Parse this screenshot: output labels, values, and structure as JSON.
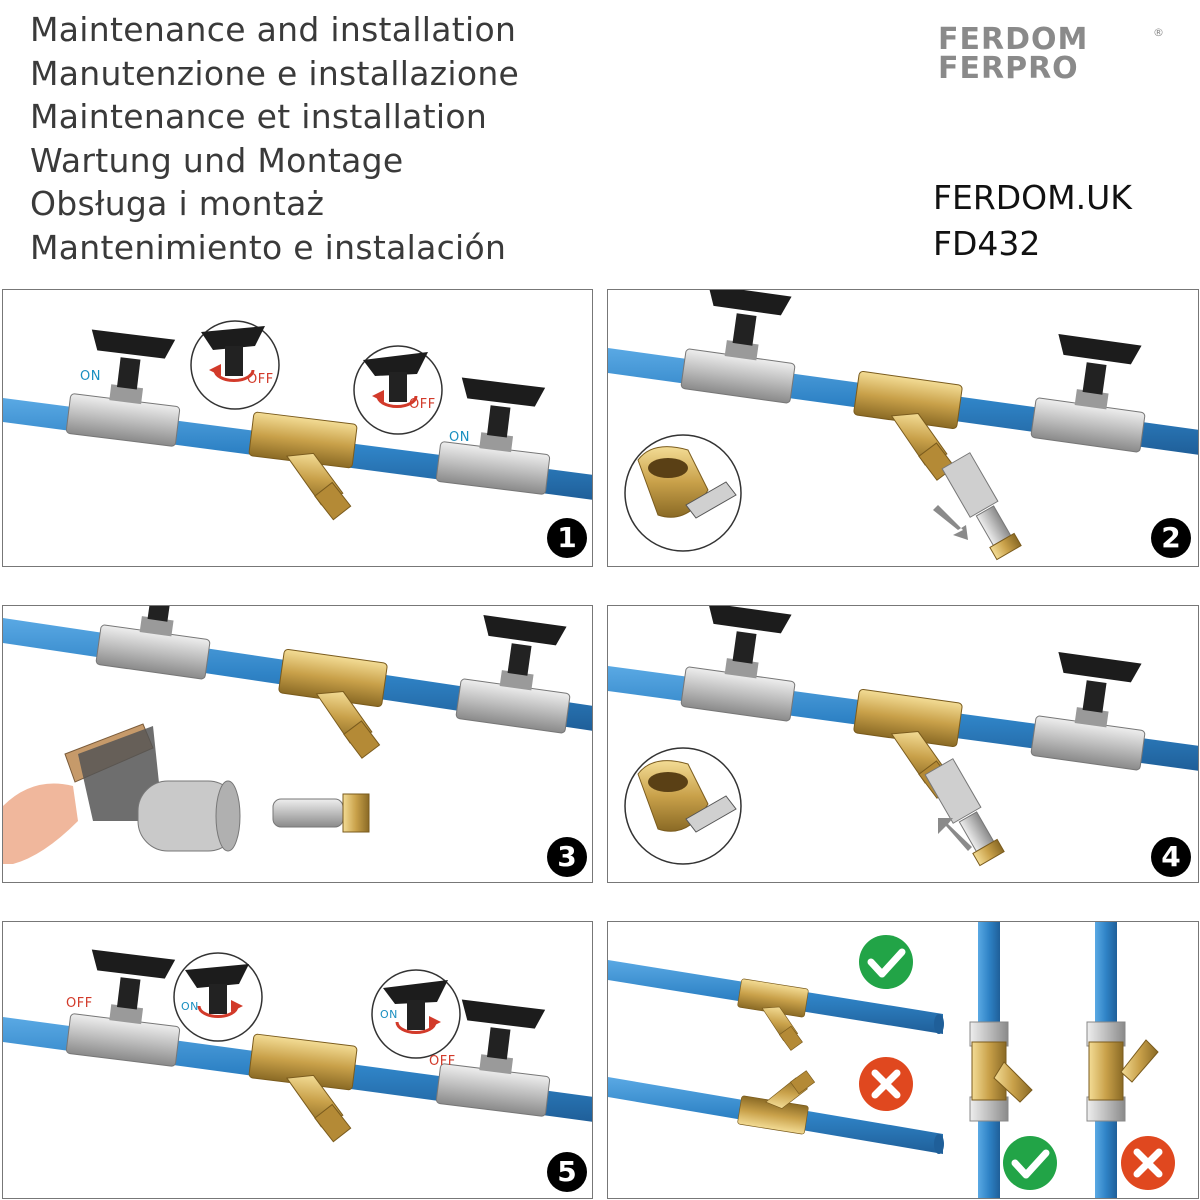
{
  "titles": [
    "Maintenance and installation",
    "Manutenzione e installazione",
    "Maintenance et installation",
    "Wartung und Montage",
    "Obsługa i montaż",
    "Mantenimiento e instalación"
  ],
  "brand": {
    "line1": "FERDOM",
    "line2": "FERPRO",
    "registered": "®"
  },
  "site": {
    "url": "FERDOM.UK",
    "model": "FD432"
  },
  "labels": {
    "on": "ON",
    "off": "OFF"
  },
  "steps": [
    "1",
    "2",
    "3",
    "4",
    "5"
  ],
  "colors": {
    "pipe": "#3b8fd0",
    "brass": "#c9a14a",
    "valve": "#c8c8c8",
    "handle": "#1c1c1c",
    "on": "#1a8fc0",
    "off": "#d23a2a",
    "ok": "#22a447",
    "bad": "#e0481f"
  }
}
